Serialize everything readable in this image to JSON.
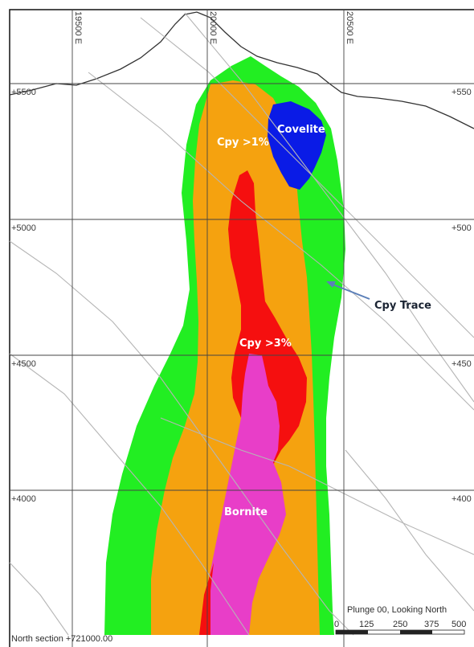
{
  "zones": {
    "covelite": "Covelite",
    "cpy_1": "Cpy >1%",
    "cpy_3": "Cpy >3%",
    "bornite": "Bornite"
  },
  "callout": {
    "label": "Cpy Trace"
  },
  "grid": {
    "easting": [
      "19500 E",
      "20000 E",
      "20500 E"
    ],
    "elevation_left": [
      "+5500",
      "+5000",
      "+4500",
      "+4000"
    ],
    "elevation_right": [
      "+550",
      "+500",
      "+450",
      "+400"
    ]
  },
  "footer": {
    "section_label": "North section +721000.00",
    "plunge_label": "Plunge 00, Looking North",
    "scale_ticks": [
      "0",
      "125",
      "250",
      "375",
      "500"
    ]
  },
  "colors": {
    "halo_green": "#22ee22",
    "cpy1_orange": "#f5a20f",
    "cpy3_red": "#f50f0f",
    "bornite_magenta": "#e83ec8",
    "covelite_blue": "#0a1be6"
  }
}
